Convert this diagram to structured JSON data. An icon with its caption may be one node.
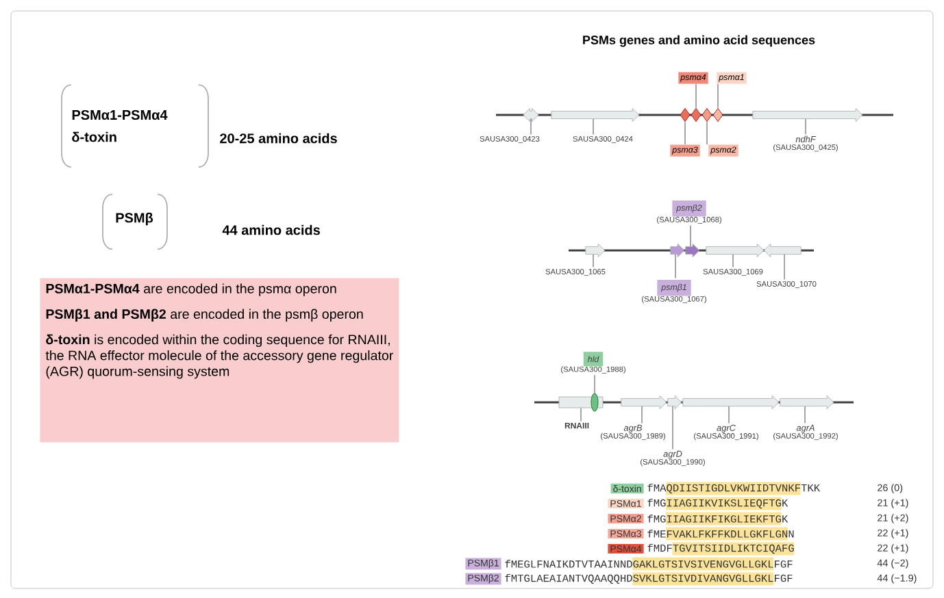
{
  "diagram": {
    "title": "PSMs genes and amino acid sequences",
    "nodes": [
      {
        "text": [
          "**PSMα1-PSMα4** are encoded in the psmα operon",
          "**PSMβ1 and PSMβ2** are encoded in the psmβ operon",
          "**δ-toxin** is encoded within the coding sequence for RNAIII, the RNA effector molecule of the accessory gene regulator (AGR) quorum-sensing system"
        ]
      },
      {
        "text": [
          "psmα4"
        ]
      },
      {
        "text": [
          "psmα1"
        ]
      },
      {
        "text": [],
        "shape": "arrow"
      },
      {
        "text": [],
        "shape": "arrow"
      },
      {
        "text": [],
        "shape": "diamond"
      },
      {
        "text": [],
        "shape": "diamond"
      },
      {
        "text": [],
        "shape": "diamond"
      },
      {
        "text": [],
        "shape": "diamond"
      },
      {
        "text": [],
        "shape": "arrow"
      },
      {
        "text": [
          "SAUSA300_0423"
        ]
      },
      {
        "text": [
          "SAUSA300_0424"
        ]
      },
      {
        "text": [
          "psmα3"
        ]
      },
      {
        "text": [
          "psmα2"
        ]
      },
      {
        "text": [
          "ndhF",
          "(SAUSA300_0425)"
        ]
      },
      {
        "text": [
          "psmβ2",
          "(SAUSA300_1068)"
        ]
      },
      {
        "text": [],
        "shape": "arrow"
      },
      {
        "text": [],
        "shape": "arrow"
      },
      {
        "text": [],
        "shape": "arrow"
      },
      {
        "text": [],
        "shape": "arrow"
      },
      {
        "text": [],
        "shape": "arrow"
      },
      {
        "text": [
          "SAUSA300_1065"
        ]
      },
      {
        "text": [
          "SAUSA300_1069"
        ]
      },
      {
        "text": [
          "SAUSA300_1070"
        ]
      },
      {
        "text": [
          "psmβ1",
          "(SAUSA300_1067)"
        ]
      },
      {
        "text": [
          "hld",
          "(SAUSA300_1988)"
        ]
      },
      {
        "text": [],
        "shape": "box"
      },
      {
        "text": [],
        "shape": "ellipse"
      },
      {
        "text": [],
        "shape": "arrow"
      },
      {
        "text": [],
        "shape": "arrow"
      },
      {
        "text": [],
        "shape": "arrow"
      },
      {
        "text": [],
        "shape": "arrow"
      },
      {
        "text": [
          "RNAIII"
        ]
      },
      {
        "text": [
          "agrB",
          "(SAUSA300_1989)"
        ]
      },
      {
        "text": [
          "agrC",
          "(SAUSA300_1991)"
        ]
      },
      {
        "text": [
          "agrA",
          "(SAUSA300_1992)"
        ]
      },
      {
        "text": [
          "agrD",
          "(SAUSA300_1990)"
        ]
      }
    ],
    "edges": [
      {
        "from": 10,
        "to": 3,
        "arrow": "none"
      },
      {
        "from": 11,
        "to": 4,
        "arrow": "none"
      },
      {
        "from": 12,
        "to": 5,
        "arrow": "none"
      },
      {
        "from": 1,
        "to": 6,
        "arrow": "none"
      },
      {
        "from": 13,
        "to": 7,
        "arrow": "none"
      },
      {
        "from": 2,
        "to": 8,
        "arrow": "none"
      },
      {
        "from": 14,
        "to": 9,
        "arrow": "none"
      },
      {
        "from": 21,
        "to": 16,
        "arrow": "none"
      },
      {
        "from": 24,
        "to": 17,
        "arrow": "none"
      },
      {
        "from": 15,
        "to": 18,
        "arrow": "none"
      },
      {
        "from": 22,
        "to": 19,
        "arrow": "none"
      },
      {
        "from": 23,
        "to": 20,
        "arrow": "none"
      },
      {
        "from": 32,
        "to": 26,
        "arrow": "none"
      },
      {
        "from": 25,
        "to": 27,
        "arrow": "none"
      },
      {
        "from": 33,
        "to": 28,
        "arrow": "none"
      },
      {
        "from": 36,
        "to": 29,
        "arrow": "none"
      },
      {
        "from": 34,
        "to": 30,
        "arrow": "none"
      },
      {
        "from": 35,
        "to": 31,
        "arrow": "none"
      }
    ],
    "labels": [
      "PSMα1-PSMα4",
      "δ-toxin",
      "20-25 amino acids",
      "PSMβ",
      "44 amino acids",
      "δ-toxin",
      "fMAQDIISTIGDLVKWIIDTVNKFTKK",
      "26 (0)",
      "PSMα1",
      "fMGIIAGIIKVIKSLIEQFTGK",
      "21 (+1)",
      "PSMα2",
      "fMGIIAGIIKFIKGLIEKFTGK",
      "21 (+2)",
      "PSMα3",
      "fMEFVAKLFKFFKDLLGKFLGNN",
      "22 (+1)",
      "PSMα4",
      "fMDFTGVITSIIDLIKTCIQAFG",
      "22 (+1)",
      "PSMβ1",
      "fMEGLFNAIKDTVTAAINNDGAKLGTSIVSIVENGVGLLGKLFGF",
      "44 (−2)",
      "PSMβ2",
      "fMTGLAEAIANTVQAAQQHDSVKLGTSIVDIVANGVGLLGKLFGF",
      "44 (−1.9)"
    ]
  }
}
